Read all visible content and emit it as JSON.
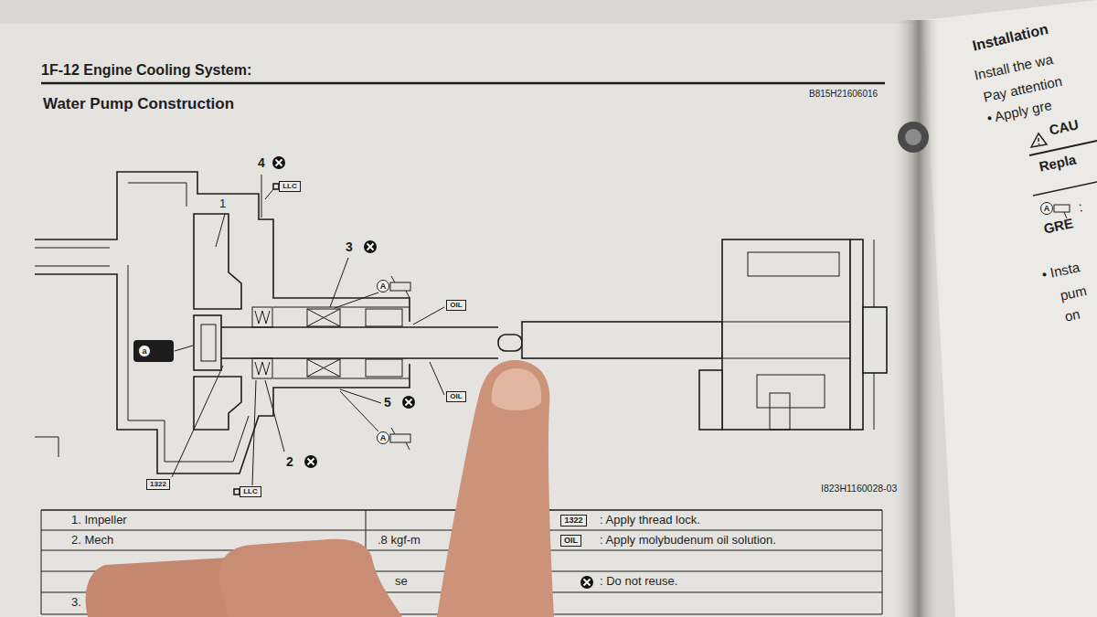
{
  "diagram": {
    "title": "Water Pump Construction",
    "nodes": [
      {
        "text": [
          "LLC"
        ]
      },
      {
        "text": [
          "A"
        ]
      },
      {
        "text": [
          "OIL"
        ]
      },
      {
        "text": [
          "a"
        ]
      },
      {
        "text": [
          "OIL"
        ]
      },
      {
        "text": [
          "A"
        ]
      },
      {
        "text": [
          "1322"
        ]
      },
      {
        "text": [
          "LLC"
        ]
      },
      {
        "text": [
          "1322"
        ]
      },
      {
        "text": [
          "OIL"
        ]
      },
      {
        "text": [
          "A"
        ]
      }
    ],
    "labels": [
      "1F-12 Engine Cooling System:",
      "B815H21606016",
      "4",
      "1",
      "3",
      "5",
      "2",
      "I823H1160028-03",
      "1. Impeller",
      "2. Mech",
      ".8 kgf-m",
      "se",
      "3.",
      ": Apply thread lock.",
      ": Apply molybudenum oil solution.",
      ": Do not reuse.",
      "Installation",
      "Install the wa",
      "Pay attention",
      "• Apply gre",
      "CAU",
      "Repla",
      ":",
      "GRE",
      "• Insta",
      "pum",
      "on"
    ]
  }
}
